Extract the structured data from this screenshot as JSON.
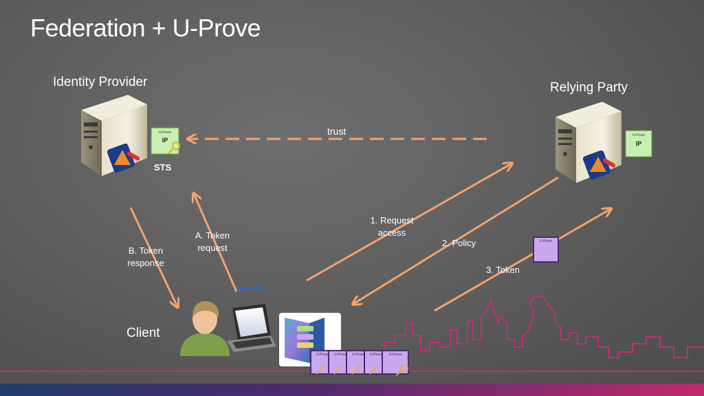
{
  "slide": {
    "title": "Federation + U-Prove"
  },
  "parties": {
    "identity_provider": "Identity Provider",
    "relying_party": "Relying Party",
    "client": "Client",
    "sts": "STS"
  },
  "cards": {
    "header": "U-Prove",
    "ip_label": "IP"
  },
  "flows": {
    "trust": "trust",
    "token_request_line1": "A. Token",
    "token_request_line2": "request",
    "token_response_line1": "B. Token",
    "token_response_line2": "response",
    "request_access_line1": "1. Request",
    "request_access_line2": "access",
    "policy": "2. Policy",
    "token": "3. Token"
  },
  "colors": {
    "arrow": "#f4a46a",
    "skyline": "#c2307a",
    "card_green": "#c8f0b0",
    "card_purple": "#c9a8ee"
  }
}
